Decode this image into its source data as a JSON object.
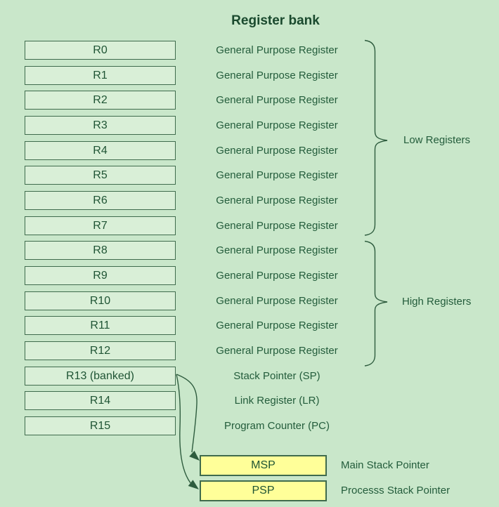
{
  "title": "Register bank",
  "registers": [
    {
      "name": "R0",
      "desc": "General Purpose Register"
    },
    {
      "name": "R1",
      "desc": "General Purpose Register"
    },
    {
      "name": "R2",
      "desc": "General Purpose Register"
    },
    {
      "name": "R3",
      "desc": "General Purpose Register"
    },
    {
      "name": "R4",
      "desc": "General Purpose Register"
    },
    {
      "name": "R5",
      "desc": "General Purpose Register"
    },
    {
      "name": "R6",
      "desc": "General Purpose Register"
    },
    {
      "name": "R7",
      "desc": "General Purpose Register"
    },
    {
      "name": "R8",
      "desc": "General Purpose Register"
    },
    {
      "name": "R9",
      "desc": "General Purpose Register"
    },
    {
      "name": "R10",
      "desc": "General Purpose Register"
    },
    {
      "name": "R11",
      "desc": "General Purpose Register"
    },
    {
      "name": "R12",
      "desc": "General Purpose Register"
    },
    {
      "name": "R13 (banked)",
      "desc": "Stack Pointer (SP)"
    },
    {
      "name": "R14",
      "desc": "Link Register (LR)"
    },
    {
      "name": "R15",
      "desc": "Program Counter (PC)"
    }
  ],
  "groups": [
    {
      "label": "Low Registers",
      "covers": "R0-R7"
    },
    {
      "label": "High Registers",
      "covers": "R8-R12"
    }
  ],
  "stack_pointers": [
    {
      "name": "MSP",
      "desc": "Main Stack Pointer"
    },
    {
      "name": "PSP",
      "desc": "Processs Stack Pointer"
    }
  ],
  "colors": {
    "background": "#c9e7ca",
    "register_box_fill": "#d9efd7",
    "outline_dark_green": "#3f6b4d",
    "text_dark_green": "#235c3b",
    "stack_pointer_fill": "#ffff99"
  }
}
